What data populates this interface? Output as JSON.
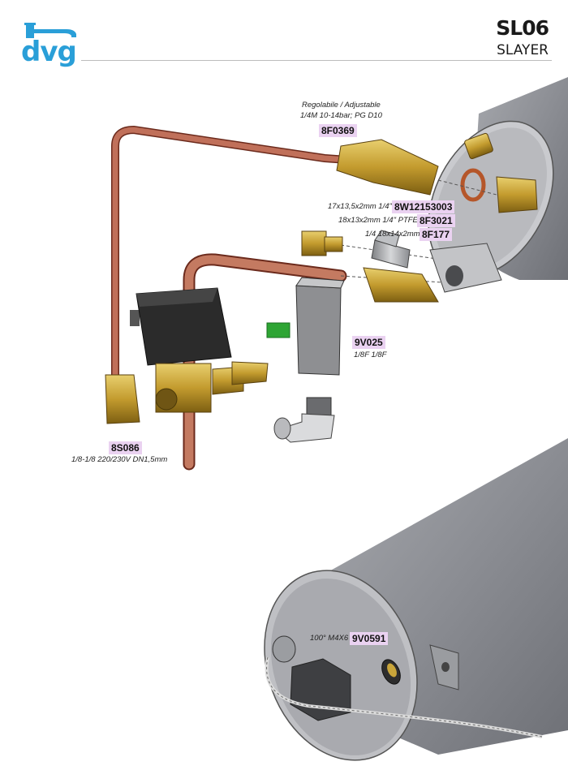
{
  "header": {
    "logo_text": "dvg",
    "model": "SL06",
    "brand": "SLAYER"
  },
  "callouts": {
    "8F0369": {
      "code": "8F0369",
      "note_line1": "Regolabile / Adjustable",
      "note_line2": "1/4M 10-14bar; PG D10"
    },
    "8W12153003": {
      "code": "8W12153003",
      "note": "17x13,5x2mm 1/4\""
    },
    "8F3021": {
      "code": "8F3021",
      "note": "18x13x2mm 1/4\" PTFE"
    },
    "8F177": {
      "code": "8F177",
      "note": "1/4 18x14x2mm"
    },
    "9V025": {
      "code": "9V025",
      "note": "1/8F 1/8F"
    },
    "8S086": {
      "code": "8S086",
      "note": "1/8-1/8 220/230V DN1,5mm"
    },
    "9V0591": {
      "code": "9V0591",
      "note": "100° M4X6"
    }
  },
  "colors": {
    "brand_blue": "#2a9fd8",
    "label_highlight": "#ead2f1",
    "copper": "#b8644a",
    "brass": "#c9a53a",
    "tank_grey": "#8c8e94"
  }
}
